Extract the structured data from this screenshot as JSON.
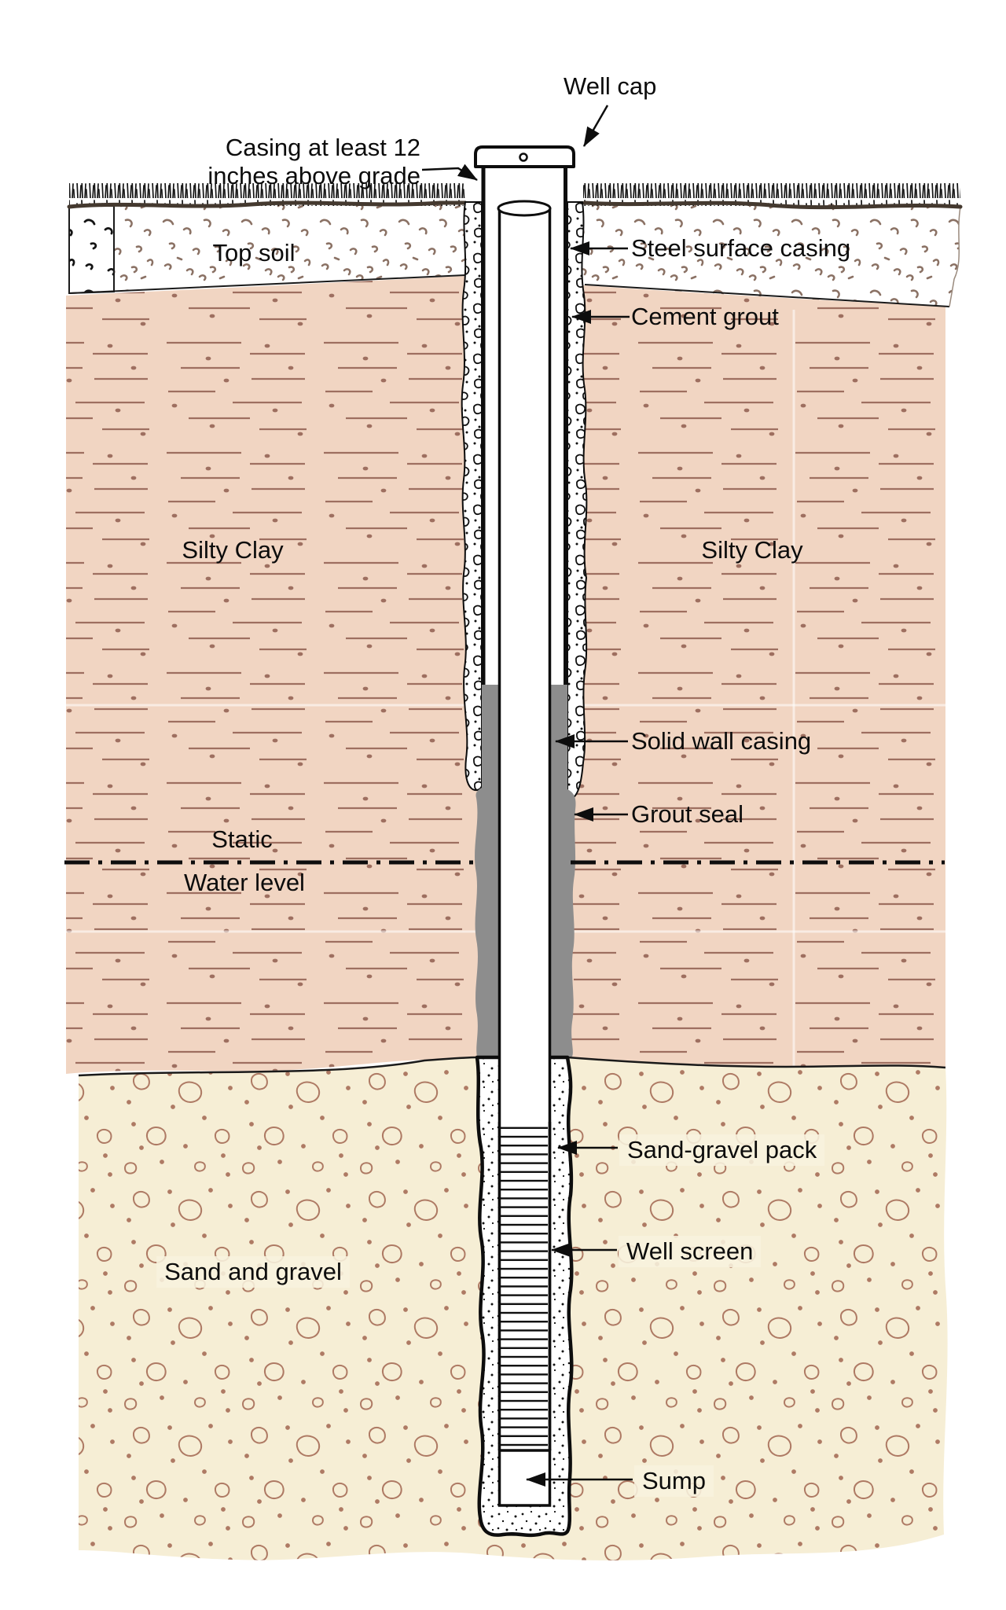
{
  "labels": {
    "well_cap": "Well cap",
    "casing_note_line1": "Casing at least 12",
    "casing_note_line2": "inches above grade",
    "top_soil": "Top soil",
    "steel_surface_casing": "Steel surface casing",
    "cement_grout": "Cement grout",
    "silty_clay_left": "Silty Clay",
    "silty_clay_right": "Silty Clay",
    "solid_wall_casing": "Solid wall casing",
    "grout_seal": "Grout seal",
    "static_line1": "Static",
    "static_line2": "Water level",
    "sand_gravel_pack": "Sand-gravel pack",
    "well_screen": "Well screen",
    "sand_and_gravel": "Sand and gravel",
    "sump": "Sump"
  },
  "colors": {
    "silty_clay_fill": "#F1D5C2",
    "clay_mark": "#9E6F60",
    "sand_fill": "#F6EED5",
    "sand_mark": "#AE7A64",
    "grout_seal_gray": "#8D8D8D",
    "topsoil_mark": "#8B7265",
    "ground_line": "#44392F",
    "outline": "#0D0D0D",
    "label_background": "#F8F2DE"
  }
}
